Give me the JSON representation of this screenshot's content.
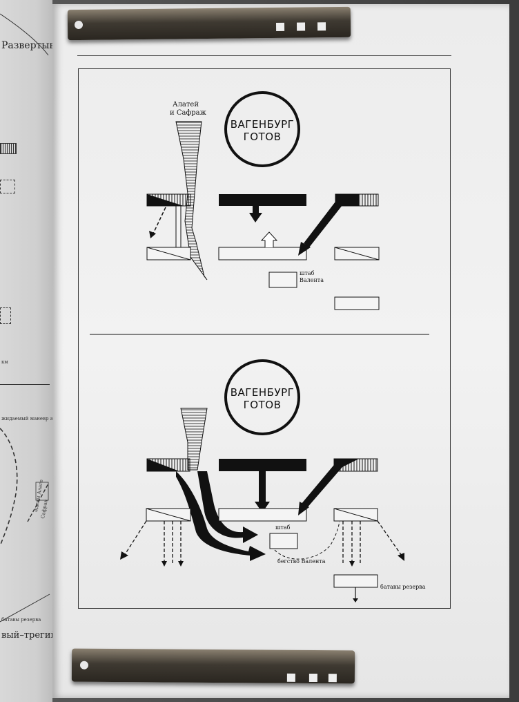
{
  "left_page": {
    "heading": "Развертывание с",
    "km_label": "км",
    "maneuver_label": "жидаемый маневр алат",
    "alatey_label_1": "едины Алаге",
    "alatey_label_2": "Сафрак",
    "reserve_label": "батавы резерва",
    "footer_text": "вый–трегий"
  },
  "top_diagram": {
    "circle_line1": "ВАГЕНБУРГ",
    "circle_line2": "ГОТОВ",
    "cavalry_label_1": "Алатей",
    "cavalry_label_2": "и Сафраж",
    "hq_label_1": "штаб",
    "hq_label_2": "Валента"
  },
  "bottom_diagram": {
    "circle_line1": "ВАГЕНБУРГ",
    "circle_line2": "ГОТОВ",
    "hq_label": "штаб",
    "flight_label": "бегство Валента",
    "reserve_label": "батавы резерва"
  }
}
